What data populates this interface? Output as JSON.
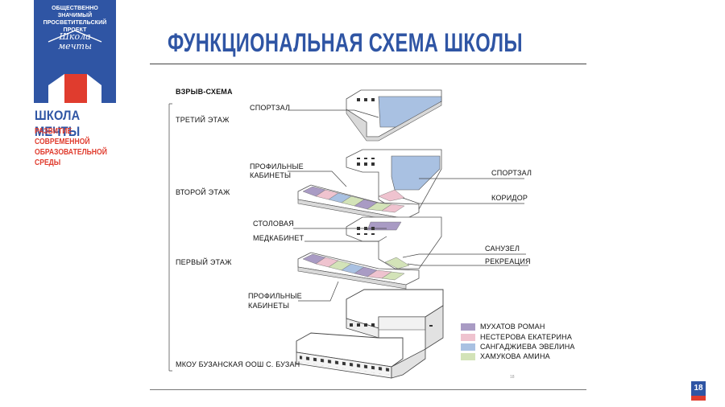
{
  "logo": {
    "top_line1": "ОБЩЕСТВЕННО ЗНАЧИМЫЙ",
    "top_line2": "ПРОСВЕТИТЕЛЬСКИЙ ПРОЕКТ",
    "script_line1": "Школа",
    "script_line2": "мечты",
    "brand_title": "ШКОЛА МЕЧТЫ",
    "brand_sub_line1": "РАЗВИТИЕ СОВРЕМЕННОЙ",
    "brand_sub_line2": "ОБРАЗОВАТЕЛЬНОЙ СРЕДЫ"
  },
  "title": "ФУНКЦИОНАЛЬНАЯ СХЕМА ШКОЛЫ",
  "diagram": {
    "heading": "ВЗРЫВ-СХЕМА",
    "floors": {
      "third": "ТРЕТИЙ ЭТАЖ",
      "second": "ВТОРОЙ ЭТАЖ",
      "first": "ПЕРВЫЙ ЭТАЖ",
      "school": "МКОУ БУЗАНСКАЯ ООШ С. БУЗАН"
    },
    "labels": {
      "gym_top": "СПОРТЗАЛ",
      "profile_2_line1": "ПРОФИЛЬНЫЕ",
      "profile_2_line2": "КАБИНЕТЫ",
      "gym_right": "СПОРТЗАЛ",
      "corridor": "КОРИДОР",
      "canteen": "СТОЛОВАЯ",
      "medroom": "МЕДКАБИНЕТ",
      "toilet": "САНУЗЕЛ",
      "recreation": "РЕКРЕАЦИЯ",
      "profile_1_line1": "ПРОФИЛЬНЫЕ",
      "profile_1_line2": "КАБИНЕТЫ"
    }
  },
  "legend": [
    {
      "name": "МУХАТОВ РОМАН",
      "color": "#a99bc4"
    },
    {
      "name": "НЕСТЕРОВА ЕКАТЕРИНА",
      "color": "#efc3cf"
    },
    {
      "name": "САНГАДЖИЕВА ЭВЕЛИНА",
      "color": "#a9c1e2"
    },
    {
      "name": "ХАМУКОВА АМИНА",
      "color": "#d3e3b8"
    }
  ],
  "footnote": "18",
  "page_number": "18"
}
